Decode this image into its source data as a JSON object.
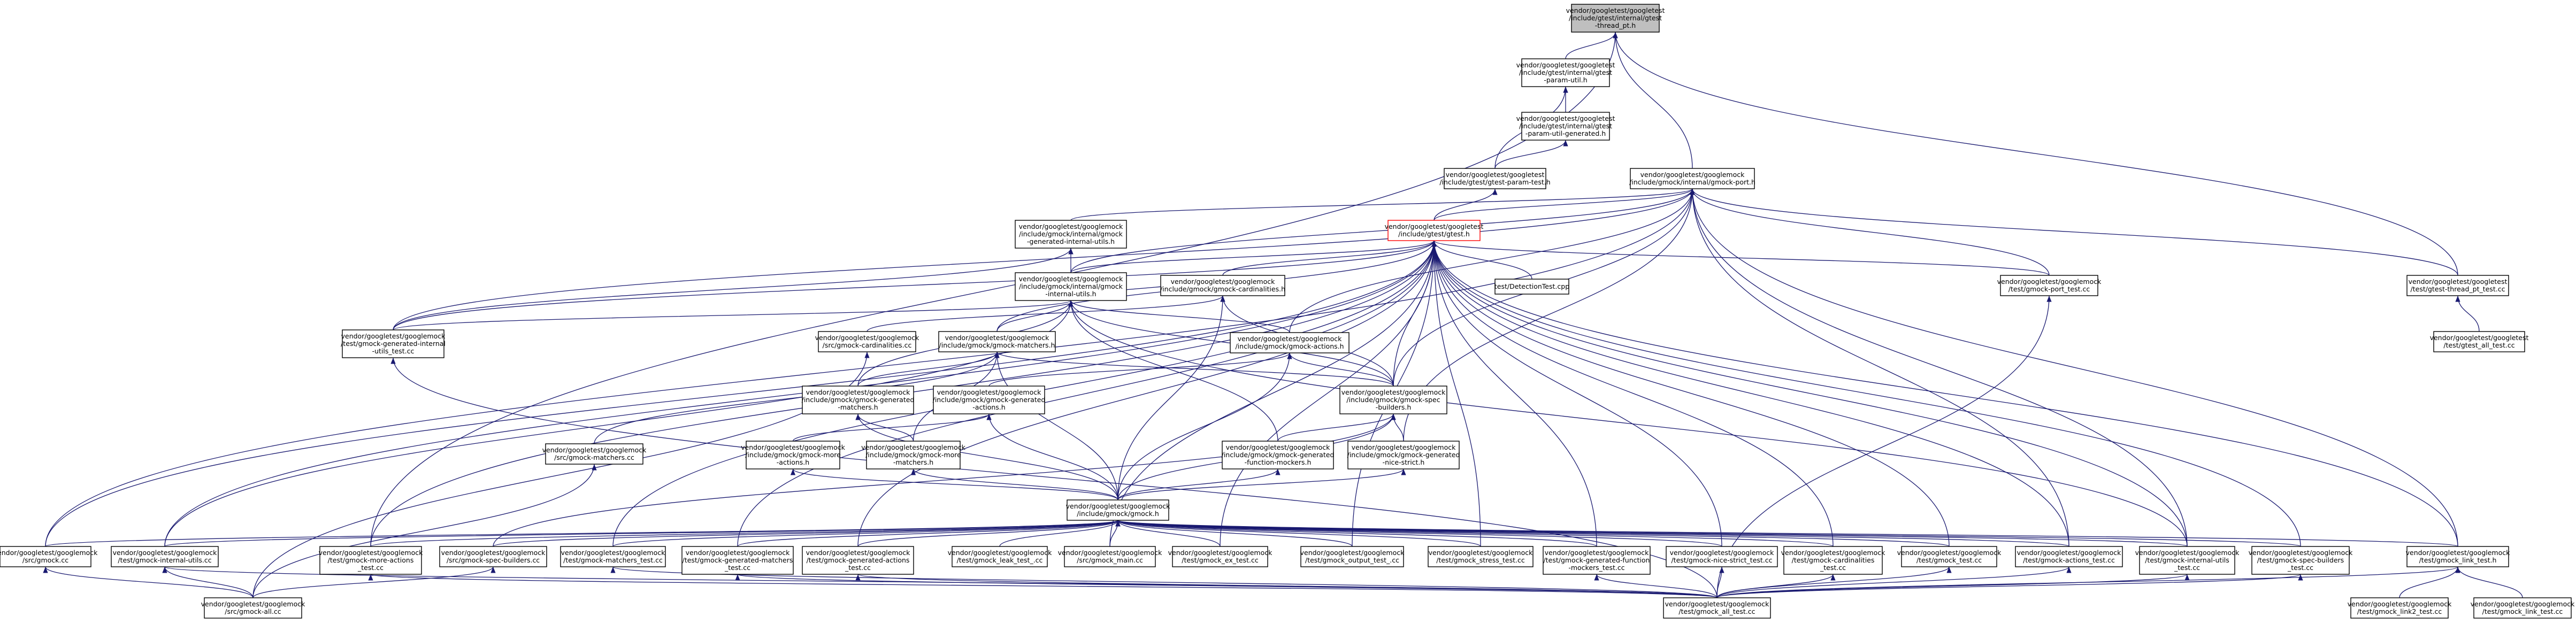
{
  "graph": {
    "colors": {
      "edge": "#191970",
      "node_border": "#000000",
      "node_fill": "#ffffff",
      "root_fill": "#bfbfbf",
      "highlight_border": "#ff0000"
    },
    "nodes": [
      {
        "id": "gtest_thread_h",
        "lines": [
          "vendor/googletest/googletest",
          "/include/gtest/internal/gtest",
          "-thread_pt.h"
        ],
        "root": true
      },
      {
        "id": "param_util_h",
        "lines": [
          "vendor/googletest/googletest",
          "/include/gtest/internal/gtest",
          "-param-util.h"
        ]
      },
      {
        "id": "param_gen_h",
        "lines": [
          "vendor/googletest/googletest",
          "/include/gtest/internal/gtest",
          "-param-util-generated.h"
        ]
      },
      {
        "id": "param_test_h",
        "lines": [
          "vendor/googletest/googletest",
          "/include/gtest/gtest-param-test.h"
        ]
      },
      {
        "id": "gmock_port_h",
        "lines": [
          "vendor/googletest/googlemock",
          "/include/gmock/internal/gmock-port.h"
        ]
      },
      {
        "id": "gen_internal_utils_h",
        "lines": [
          "vendor/googletest/googlemock",
          "/include/gmock/internal/gmock",
          "-generated-internal-utils.h"
        ]
      },
      {
        "id": "gtest_h",
        "lines": [
          "vendor/googletest/googletest",
          "/include/gtest/gtest.h"
        ],
        "red": true
      },
      {
        "id": "internal_utils_h",
        "lines": [
          "vendor/googletest/googlemock",
          "/include/gmock/internal/gmock",
          "-internal-utils.h"
        ]
      },
      {
        "id": "cardinalities_h",
        "lines": [
          "vendor/googletest/googlemock",
          "/include/gmock/gmock-cardinalities.h"
        ]
      },
      {
        "id": "detection_test",
        "lines": [
          "test/DetectionTest.cpp"
        ]
      },
      {
        "id": "port_test",
        "lines": [
          "vendor/googletest/googlemock",
          "/test/gmock-port_test.cc"
        ]
      },
      {
        "id": "thread_pt_test",
        "lines": [
          "vendor/googletest/googletest",
          "/test/gtest-thread_pt_test.cc"
        ]
      },
      {
        "id": "gtest_all_test",
        "lines": [
          "vendor/googletest/googletest",
          "/test/gtest_all_test.cc"
        ]
      },
      {
        "id": "gen_internal_utils_test",
        "lines": [
          "vendor/googletest/googlemock",
          "/test/gmock-generated-internal",
          "-utils_test.cc"
        ]
      },
      {
        "id": "cardinalities_cc",
        "lines": [
          "vendor/googletest/googlemock",
          "/src/gmock-cardinalities.cc"
        ]
      },
      {
        "id": "matchers_h",
        "lines": [
          "vendor/googletest/googlemock",
          "/include/gmock/gmock-matchers.h"
        ]
      },
      {
        "id": "actions_h",
        "lines": [
          "vendor/googletest/googlemock",
          "/include/gmock/gmock-actions.h"
        ]
      },
      {
        "id": "gen_matchers_h",
        "lines": [
          "vendor/googletest/googlemock",
          "/include/gmock/gmock-generated",
          "-matchers.h"
        ]
      },
      {
        "id": "gen_actions_h",
        "lines": [
          "vendor/googletest/googlemock",
          "/include/gmock/gmock-generated",
          "-actions.h"
        ]
      },
      {
        "id": "spec_builders_h",
        "lines": [
          "vendor/googletest/googlemock",
          "/include/gmock/gmock-spec",
          "-builders.h"
        ]
      },
      {
        "id": "matchers_cc",
        "lines": [
          "vendor/googletest/googlemock",
          "/src/gmock-matchers.cc"
        ]
      },
      {
        "id": "more_actions_h",
        "lines": [
          "vendor/googletest/googlemock",
          "/include/gmock/gmock-more",
          "-actions.h"
        ]
      },
      {
        "id": "more_matchers_h",
        "lines": [
          "vendor/googletest/googlemock",
          "/include/gmock/gmock-more",
          "-matchers.h"
        ]
      },
      {
        "id": "gen_function_mockers_h",
        "lines": [
          "vendor/googletest/googlemock",
          "/include/gmock/gmock-generated",
          "-function-mockers.h"
        ]
      },
      {
        "id": "gen_nice_strict_h",
        "lines": [
          "vendor/googletest/googlemock",
          "/include/gmock/gmock-generated",
          "-nice-strict.h"
        ]
      },
      {
        "id": "gmock_h",
        "lines": [
          "vendor/googletest/googlemock",
          "/include/gmock/gmock.h"
        ]
      },
      {
        "id": "gmock_cc",
        "lines": [
          "vendor/googletest/googlemock",
          "/src/gmock.cc"
        ]
      },
      {
        "id": "internal_utils_test",
        "lines": [
          "vendor/googletest/googlemock",
          "/test/gmock-internal-utils.cc"
        ]
      },
      {
        "id": "more_actions_test",
        "lines": [
          "vendor/googletest/googlemock",
          "/test/gmock-more-actions",
          "_test.cc"
        ]
      },
      {
        "id": "spec_builders_cc",
        "lines": [
          "vendor/googletest/googlemock",
          "/src/gmock-spec-builders.cc"
        ]
      },
      {
        "id": "matchers_test",
        "lines": [
          "vendor/googletest/googlemock",
          "/test/gmock-matchers_test.cc"
        ]
      },
      {
        "id": "gen_matchers_test",
        "lines": [
          "vendor/googletest/googlemock",
          "/test/gmock-generated-matchers",
          "_test.cc"
        ]
      },
      {
        "id": "gen_actions_test",
        "lines": [
          "vendor/googletest/googlemock",
          "/test/gmock-generated-actions",
          "_test.cc"
        ]
      },
      {
        "id": "leak_test",
        "lines": [
          "vendor/googletest/googlemock",
          "/test/gmock_leak_test_.cc"
        ]
      },
      {
        "id": "gmock_main",
        "lines": [
          "vendor/googletest/googlemock",
          "/src/gmock_main.cc"
        ]
      },
      {
        "id": "ex_test",
        "lines": [
          "vendor/googletest/googlemock",
          "/test/gmock_ex_test.cc"
        ]
      },
      {
        "id": "output_test",
        "lines": [
          "vendor/googletest/googlemock",
          "/test/gmock_output_test_.cc"
        ]
      },
      {
        "id": "stress_test",
        "lines": [
          "vendor/googletest/googlemock",
          "/test/gmock_stress_test.cc"
        ]
      },
      {
        "id": "gen_function_mockers_test",
        "lines": [
          "vendor/googletest/googlemock",
          "/test/gmock-generated-function",
          "-mockers_test.cc"
        ]
      },
      {
        "id": "nice_strict_test",
        "lines": [
          "vendor/googletest/googlemock",
          "/test/gmock-nice-strict_test.cc"
        ]
      },
      {
        "id": "cardinalities_test",
        "lines": [
          "vendor/googletest/googlemock",
          "/test/gmock-cardinalities",
          "_test.cc"
        ]
      },
      {
        "id": "gmock_test",
        "lines": [
          "vendor/googletest/googlemock",
          "/test/gmock_test.cc"
        ]
      },
      {
        "id": "actions_test",
        "lines": [
          "vendor/googletest/googlemock",
          "/test/gmock-actions_test.cc"
        ]
      },
      {
        "id": "internal_utils_test2",
        "lines": [
          "vendor/googletest/googlemock",
          "/test/gmock-internal-utils",
          "_test.cc"
        ]
      },
      {
        "id": "spec_builders_test",
        "lines": [
          "vendor/googletest/googlemock",
          "/test/gmock-spec-builders",
          "_test.cc"
        ]
      },
      {
        "id": "link_test_h",
        "lines": [
          "vendor/googletest/googlemock",
          "/test/gmock_link_test.h"
        ]
      },
      {
        "id": "gmock_all_cc",
        "lines": [
          "vendor/googletest/googlemock",
          "/src/gmock-all.cc"
        ]
      },
      {
        "id": "gmock_all_test",
        "lines": [
          "vendor/googletest/googlemock",
          "/test/gmock_all_test.cc"
        ]
      },
      {
        "id": "link2_test",
        "lines": [
          "vendor/googletest/googlemock",
          "/test/gmock_link2_test.cc"
        ]
      },
      {
        "id": "link_test",
        "lines": [
          "vendor/googletest/googlemock",
          "/test/gmock_link_test.cc"
        ]
      }
    ]
  }
}
